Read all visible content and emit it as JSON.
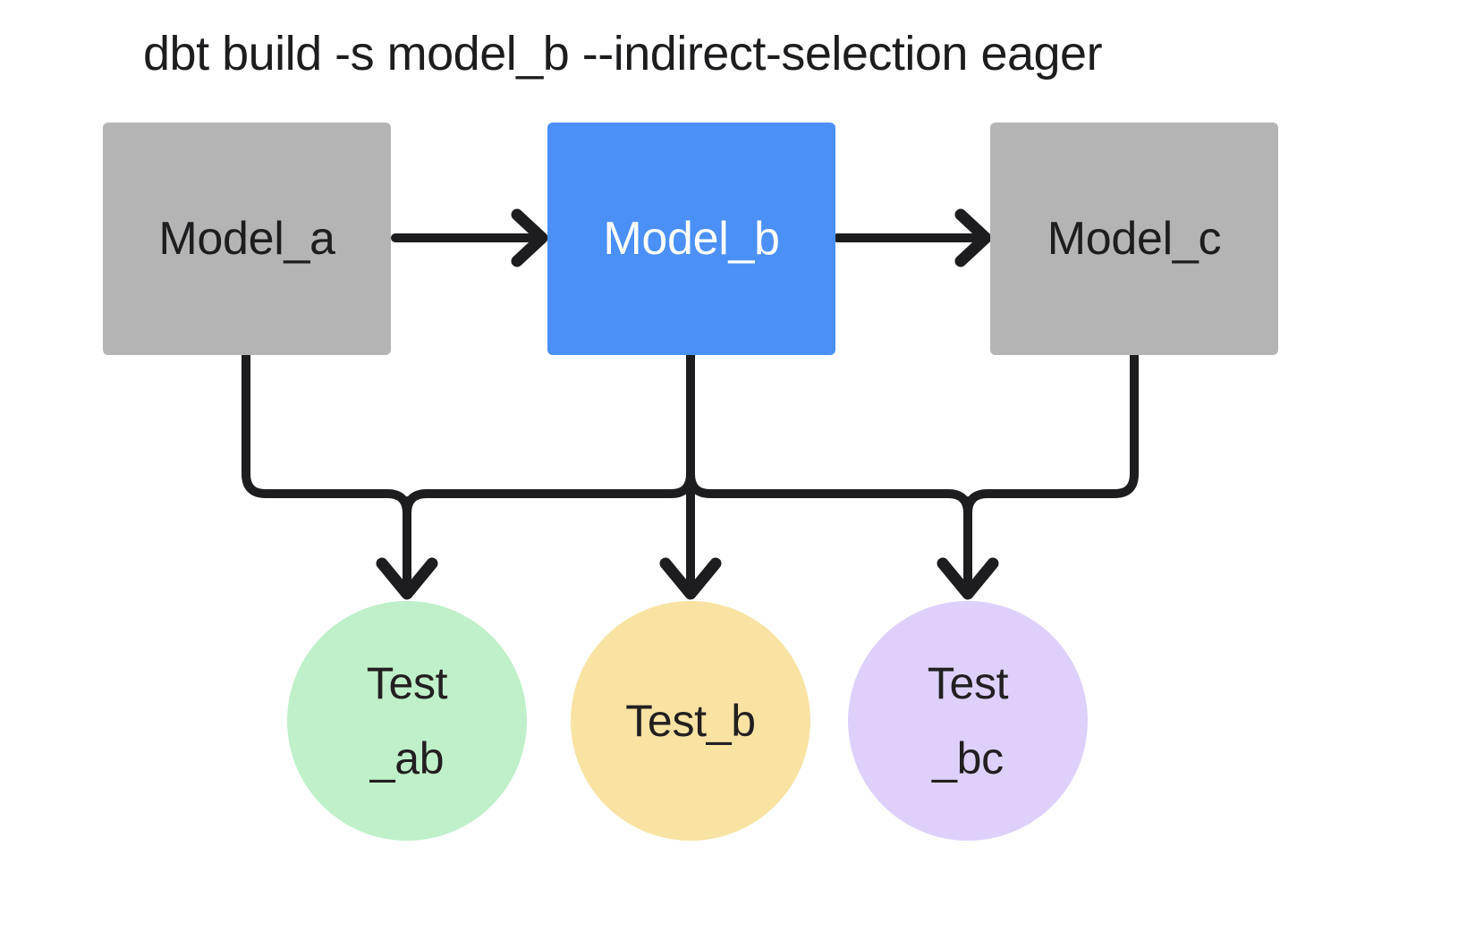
{
  "title": "dbt build -s model_b --indirect-selection eager",
  "colors": {
    "background": "#ffffff",
    "model_default": "#b4b4b4",
    "model_selected": "#4a90f7",
    "test_ab": "#bff0c9",
    "test_b": "#f8e3a3",
    "test_bc": "#ded0fb",
    "edge": "#1d1d1f",
    "text_dark": "#1d1d1f",
    "text_light": "#ffffff"
  },
  "models": [
    {
      "id": "model_a",
      "label": "Model_a",
      "selected": false
    },
    {
      "id": "model_b",
      "label": "Model_b",
      "selected": true
    },
    {
      "id": "model_c",
      "label": "Model_c",
      "selected": false
    }
  ],
  "tests": [
    {
      "id": "test_ab",
      "label": "Test\n_ab"
    },
    {
      "id": "test_b",
      "label": "Test_b"
    },
    {
      "id": "test_bc",
      "label": "Test\n_bc"
    }
  ],
  "edges": [
    {
      "from": "model_a",
      "to": "model_b",
      "style": "arrow-right"
    },
    {
      "from": "model_b",
      "to": "model_c",
      "style": "arrow-right"
    },
    {
      "from": "model_a",
      "to": "test_ab",
      "style": "elbow-down"
    },
    {
      "from": "model_b",
      "to": "test_ab",
      "style": "elbow-down"
    },
    {
      "from": "model_b",
      "to": "test_b",
      "style": "straight-down"
    },
    {
      "from": "model_b",
      "to": "test_bc",
      "style": "elbow-down"
    },
    {
      "from": "model_c",
      "to": "test_bc",
      "style": "elbow-down"
    }
  ]
}
